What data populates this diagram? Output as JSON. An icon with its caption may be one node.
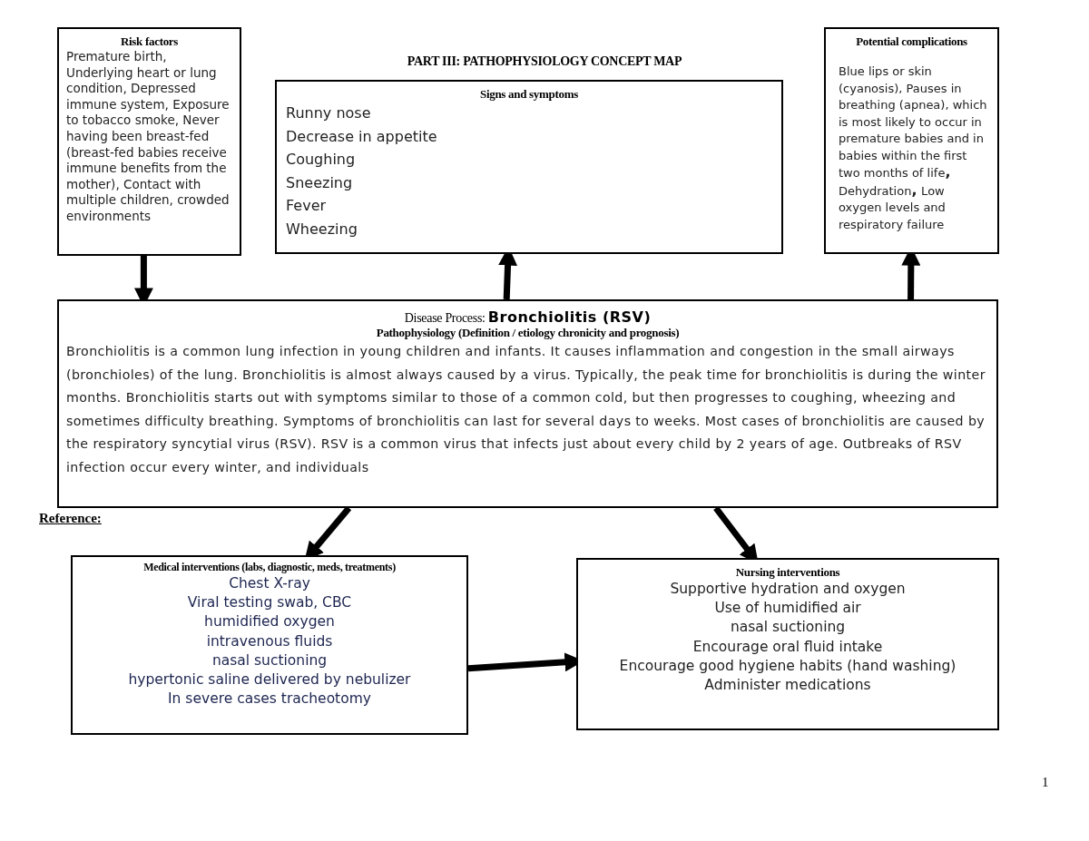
{
  "diagram": {
    "title": "PART III:  PATHOPHYSIOLOGY CONCEPT MAP",
    "nodes": [
      {
        "text": [
          "Risk factors",
          "Premature birth, Underlying heart or lung condition, Depressed immune system, Exposure to tobacco smoke, Never having been breast-fed (breast-fed babies receive immune benefits from the mother), Contact with multiple children, crowded environments"
        ]
      },
      {
        "text": [
          "Signs and symptoms",
          "Runny nose",
          "Decrease in appetite",
          "Coughing",
          "Sneezing",
          "Fever",
          "Wheezing"
        ]
      },
      {
        "text": [
          "Potential complications",
          "Blue lips or skin (cyanosis), Pauses in breathing (apnea), which is most likely to occur in premature babies and in babies within the first two months of life**,** Dehydration**,** Low oxygen levels and respiratory failure"
        ]
      },
      {
        "text": [
          "Disease Process: **Bronchiolitis (RSV)**",
          "Pathophysiology (Definition / etiology chronicity and prognosis)",
          "Bronchiolitis is a common lung infection in young children and infants. It causes inflammation and congestion in the small airways (bronchioles) of the lung. Bronchiolitis is almost always caused by a virus. Typically, the peak time for bronchiolitis is during the winter months. Bronchiolitis starts out with symptoms similar to those of a common cold, but then progresses to coughing, wheezing and sometimes difficulty breathing. Symptoms of bronchiolitis can last for several days to weeks. Most cases of bronchiolitis are caused by the respiratory syncytial virus (RSV). RSV is a common virus that infects just about every child by 2 years of age. Outbreaks of RSV infection occur every winter, and individuals"
        ]
      },
      {
        "text": [
          "Medical interventions (labs, diagnostic, meds, treatments)",
          "Chest X-ray",
          "Viral testing swab, CBC",
          "humidified oxygen",
          "intravenous fluids",
          "nasal suctioning",
          "hypertonic saline delivered by nebulizer",
          "In severe cases tracheotomy"
        ]
      },
      {
        "text": [
          "Nursing interventions",
          "Supportive hydration and oxygen",
          "Use of humidified air",
          "nasal suctioning",
          "Encourage oral fluid intake",
          "Encourage good hygiene habits (hand washing)",
          "Administer medications"
        ]
      }
    ],
    "edges": [
      {
        "from": 0,
        "to": 3,
        "arrow": "to"
      },
      {
        "from": 3,
        "to": 1,
        "arrow": "to"
      },
      {
        "from": 3,
        "to": 2,
        "arrow": "to"
      },
      {
        "from": 3,
        "to": 4,
        "arrow": "to"
      },
      {
        "from": 3,
        "to": 5,
        "arrow": "to"
      },
      {
        "from": 4,
        "to": 5,
        "arrow": "to"
      }
    ],
    "labels": [
      "Reference:",
      "1"
    ]
  }
}
